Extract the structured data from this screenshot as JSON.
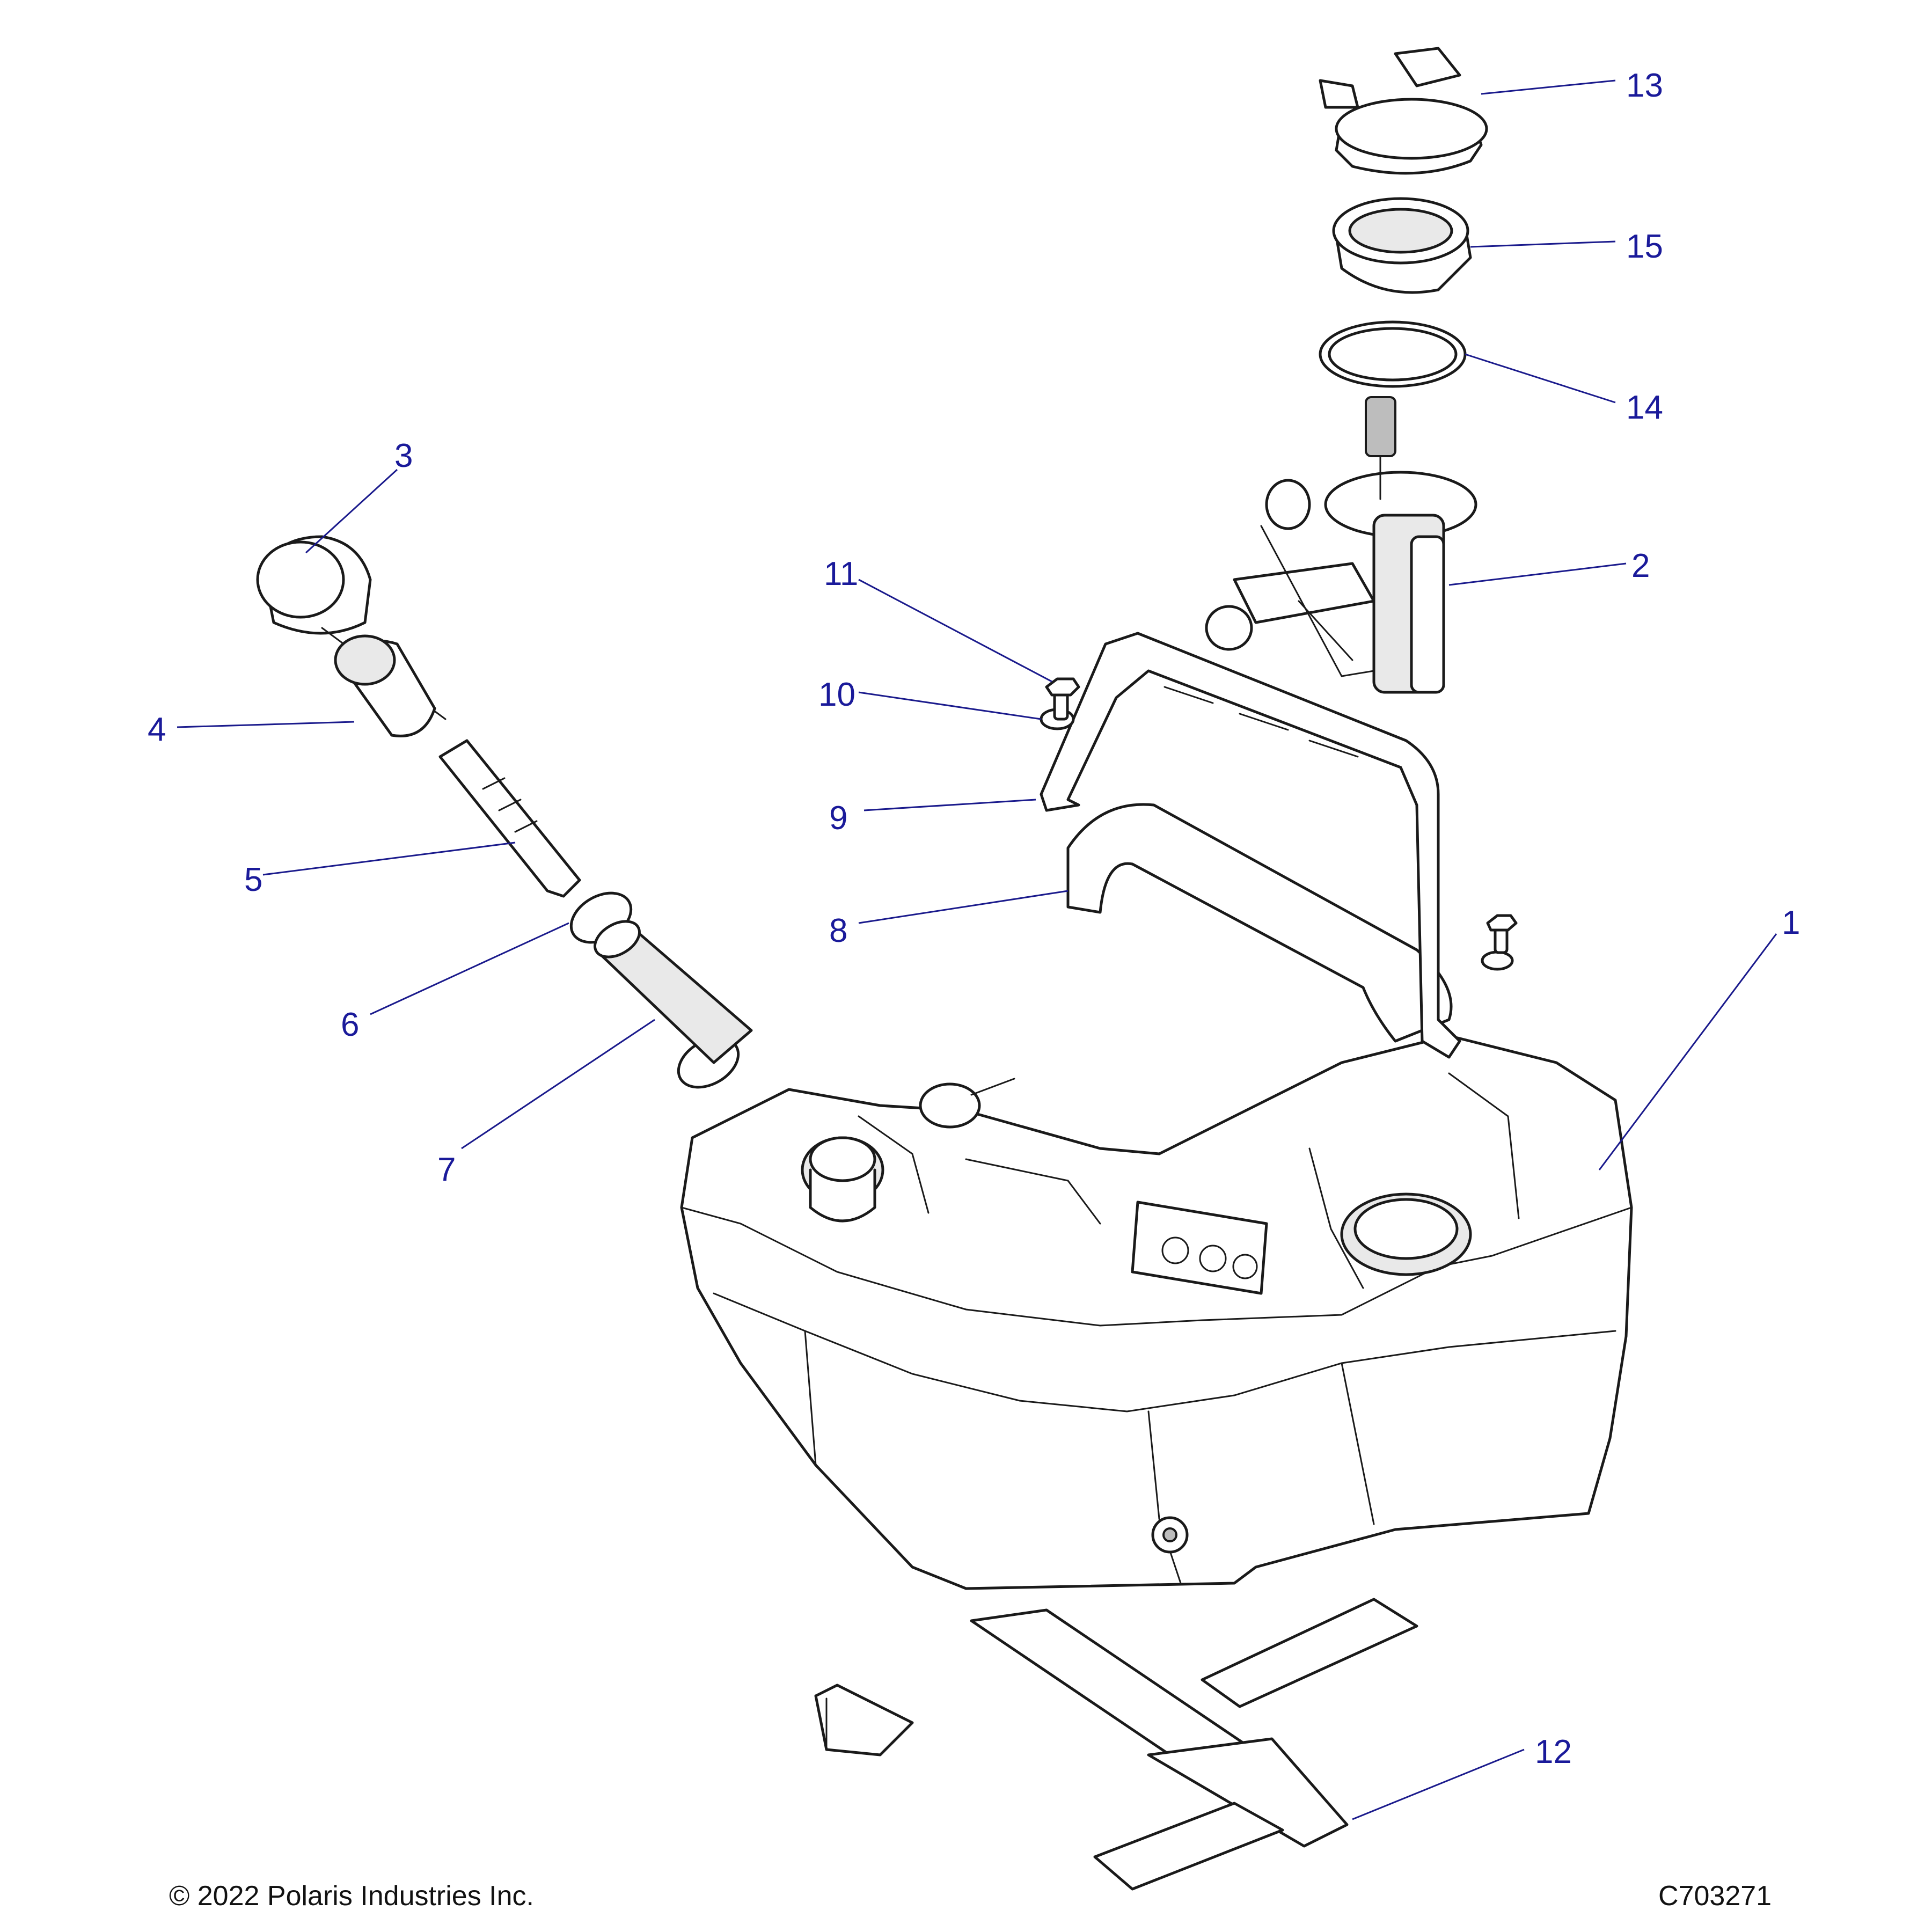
{
  "diagram": {
    "callouts": [
      {
        "id": "1",
        "label": "1"
      },
      {
        "id": "2",
        "label": "2"
      },
      {
        "id": "3",
        "label": "3"
      },
      {
        "id": "4",
        "label": "4"
      },
      {
        "id": "5",
        "label": "5"
      },
      {
        "id": "6",
        "label": "6"
      },
      {
        "id": "7",
        "label": "7"
      },
      {
        "id": "8",
        "label": "8"
      },
      {
        "id": "9",
        "label": "9"
      },
      {
        "id": "10",
        "label": "10"
      },
      {
        "id": "11",
        "label": "11"
      },
      {
        "id": "12",
        "label": "12"
      },
      {
        "id": "13",
        "label": "13"
      },
      {
        "id": "14",
        "label": "14"
      },
      {
        "id": "15",
        "label": "15"
      }
    ]
  },
  "footer": {
    "copyright": "© 2022 Polaris Industries Inc.",
    "drawing_number": "C703271"
  }
}
